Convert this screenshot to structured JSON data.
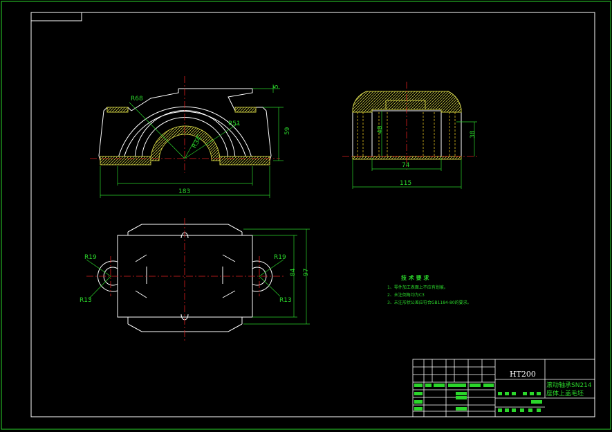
{
  "colors": {
    "background": "#000000",
    "outline": "#ffffff",
    "dimension": "#2bd62b",
    "centerline": "#e02020",
    "section_hatch": "#c8c840",
    "hidden_line": "#e0c020"
  },
  "front_view": {
    "dim_r68": "R68",
    "dim_r51": "R51",
    "dim_r34": "R34",
    "dim_height": "59",
    "dim_top": "5",
    "dim_width": "183"
  },
  "side_view": {
    "dim_48": "48",
    "dim_38": "38",
    "dim_74": "74",
    "dim_115": "115"
  },
  "top_view": {
    "dim_r19_left": "R19",
    "dim_r13_left": "R13",
    "dim_r19_right": "R19",
    "dim_r13_right": "R13",
    "dim_84": "84",
    "dim_97": "97"
  },
  "technical_requirements": {
    "title": "技 术 要 求",
    "items": [
      "1、零件加工表面上不应有划痕。",
      "2、未注倒角均为C3",
      "3、未注形状公差应符合GB1184-80的要求。"
    ]
  },
  "title_block": {
    "material": "HT200",
    "name_line1": "滚动轴承SN214",
    "name_line2": "座体上盖毛坯"
  }
}
